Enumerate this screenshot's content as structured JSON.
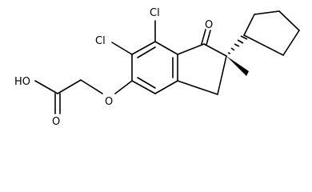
{
  "structure": {
    "labels": {
      "cl_top": "Cl",
      "cl_left": "Cl",
      "oxygen_ketone": "O",
      "oxygen_ether": "O",
      "hydroxyl": "HO",
      "oxygen_carbonyl": "O"
    }
  }
}
